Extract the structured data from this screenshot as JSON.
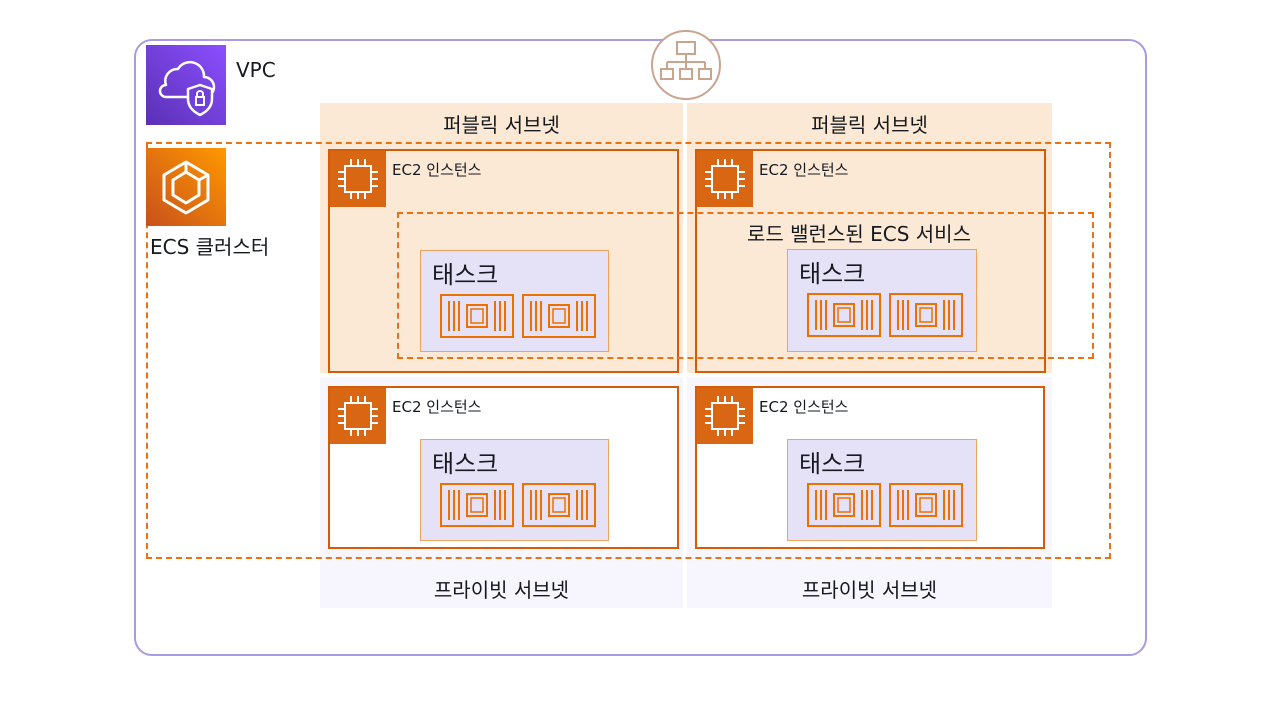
{
  "vpc": {
    "label": "VPC",
    "icon": "vpc-icon"
  },
  "router": {
    "icon": "router-icon"
  },
  "subnets": {
    "public": [
      "퍼블릭 서브넷",
      "퍼블릭 서브넷"
    ],
    "private": [
      "프라이빗 서브넷",
      "프라이빗 서브넷"
    ]
  },
  "cluster": {
    "label": "ECS 클러스터",
    "icon": "ecs-icon"
  },
  "service": {
    "label": "로드 밸런스된 ECS 서비스"
  },
  "instances": [
    {
      "label": "EC2 인스턴스",
      "task": "태스크"
    },
    {
      "label": "EC2 인스턴스",
      "task": "태스크"
    },
    {
      "label": "EC2 인스턴스",
      "task": "태스크"
    },
    {
      "label": "EC2 인스턴스",
      "task": "태스크"
    }
  ],
  "colors": {
    "vpc_border": "#a89ae6",
    "orange": "#ec7211",
    "instance_border": "#d45b07",
    "public_subnet_bg": "#fbe9d6",
    "private_subnet_bg": "#f7f5fd",
    "task_bg": "#e5e1f7"
  }
}
